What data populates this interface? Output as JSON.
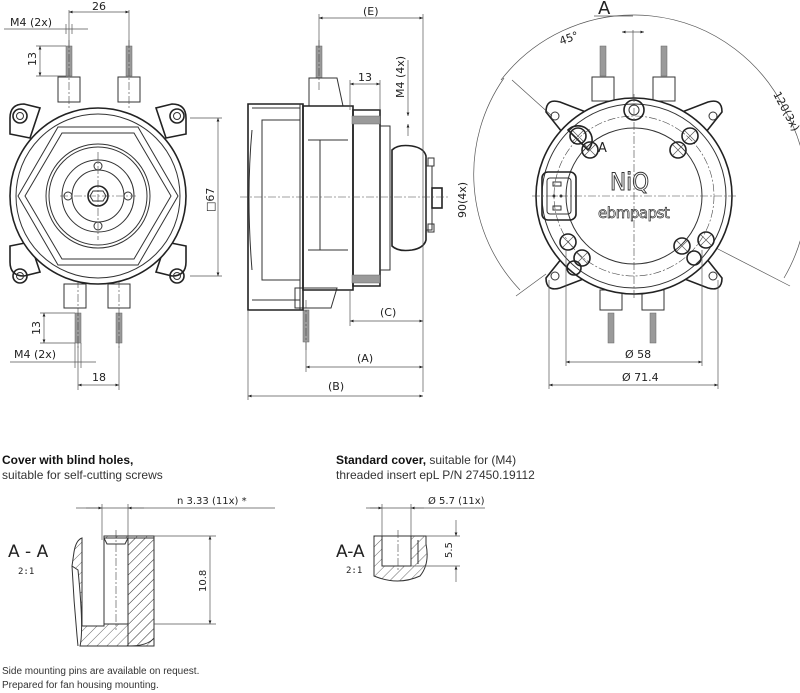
{
  "front_view": {
    "top_thread": "M4 (2x)",
    "top_spacing": "26",
    "top_pin_length": "13",
    "square": "□67",
    "bottom_pin_length": "13",
    "bottom_thread": "M4 (2x)",
    "bottom_spacing": "18"
  },
  "side_view": {
    "dim_e": "(E)",
    "dim_13": "13",
    "thread": "M4 (4x)",
    "dim_c": "(C)",
    "dim_a": "(A)",
    "dim_b": "(B)"
  },
  "rear_view": {
    "section_marker_top": "A",
    "section_marker_inner": "A",
    "angle_45": "45°",
    "angle_120": "120(3x)",
    "angle_90": "90(4x)",
    "dia_58": "Ø 58",
    "dia_71": "Ø 71.4",
    "logo_niq": "NiQ",
    "logo_brand": "ebmpapst"
  },
  "section_blind": {
    "title_bold": "Cover with blind holes,",
    "subtitle": "suitable for self-cutting screws",
    "dim_hole": "n 3.33 (11x) *",
    "section_label": "A - A",
    "scale": "2:1",
    "depth": "10.8"
  },
  "section_standard": {
    "title_bold": "Standard cover,",
    "title_rest": " suitable for (M4)",
    "subtitle": "threaded insert epL P/N 27450.19112",
    "dim_hole": "Ø 5.7 (11x)",
    "section_label": "A-A",
    "scale": "2:1",
    "depth": "5.5"
  },
  "notes": [
    "Side mounting pins are available on request.",
    "Prepared for fan housing mounting."
  ]
}
